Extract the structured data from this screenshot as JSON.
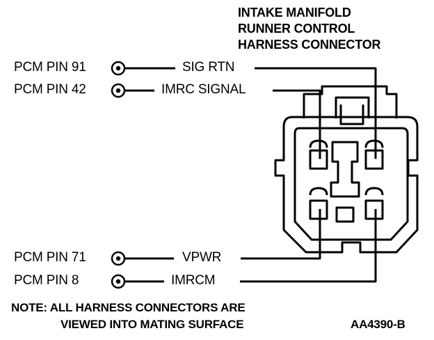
{
  "title": {
    "line1": "INTAKE MANIFOLD",
    "line2": "RUNNER CONTROL",
    "line3": "HARNESS CONNECTOR"
  },
  "connections": [
    {
      "pcm_pin": "PCM PIN 91",
      "signal": "SIG RTN"
    },
    {
      "pcm_pin": "PCM PIN 42",
      "signal": "IMRC SIGNAL"
    },
    {
      "pcm_pin": "PCM PIN 71",
      "signal": "VPWR"
    },
    {
      "pcm_pin": "PCM PIN 8",
      "signal": "IMRCM"
    }
  ],
  "note": {
    "line1": "NOTE: ALL HARNESS CONNECTORS ARE",
    "line2": "VIEWED INTO MATING SURFACE"
  },
  "figure_id": "AA4390-B"
}
